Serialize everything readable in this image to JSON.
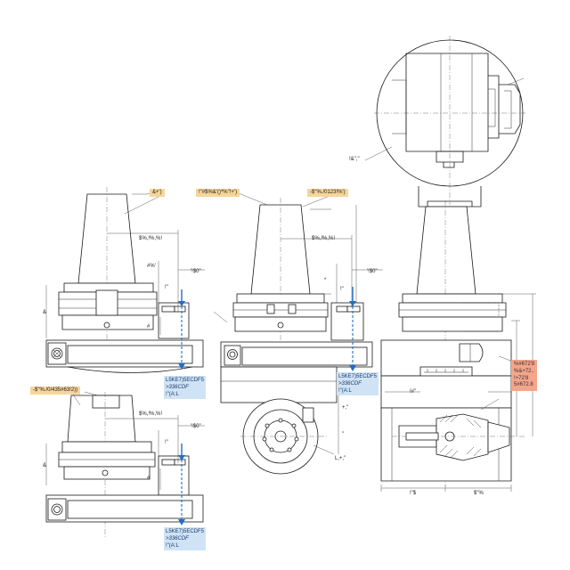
{
  "colors": {
    "line": "#1a1a1a",
    "arrow_blue": "#1f6fc5",
    "label_yellow": "#f7d59a",
    "label_blue": "#cfe3f5",
    "label_red": "#f4a58a"
  },
  "callouts": {
    "holder1_top": "&+')",
    "holder2_left": "!\"#$%&'()*%\"!+')",
    "holder2_right": "-$\"%./0123!%')",
    "holder3_left": "-$\"%./0/435#63!2))"
  },
  "flow_labels": {
    "label1": [
      "L5KE7)5ECDF5",
      ">336CDF",
      "!\"(A:L"
    ],
    "label2": [
      "L5KE7)5ECDF5",
      ">336CDF",
      "!\"(A:L"
    ],
    "label3": [
      "L5KE7)5ECDF5",
      ">336CDF",
      "!\"(A:L"
    ]
  },
  "spec_box": [
    "%#672'8",
    "%&+72..",
    "!+72'8",
    "5#672.8"
  ],
  "dimensions": {
    "h1_width": "$%,!%,%!",
    "h1_pos": "#%'",
    "h1_d1": "!\"",
    "h1_d2": "'!$0\"",
    "h1_d3": "#",
    "h1_h": "&",
    "h2_width": "$%,!%,%!",
    "h2_d1": "'!$0\"",
    "h2_d2": "!\"",
    "h2_d3": "*",
    "h2_h1": "+,\"",
    "h2_h2": "\"",
    "h2_offset": "L,+,\"",
    "h3_width": "$%,!%,%!",
    "h3_d1": "'!$0\"",
    "h3_d2": "!\"",
    "h3_d3": "#",
    "h3_h": "&",
    "h4_bore": "!#\"",
    "h4_d1": "!\"$",
    "h4_d2": "$\"%",
    "detail_ref": "!&\",\""
  }
}
